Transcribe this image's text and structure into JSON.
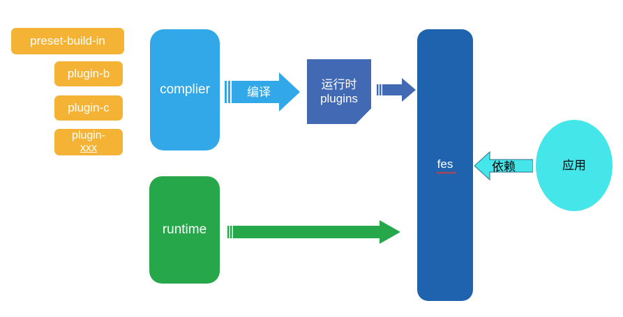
{
  "diagram": {
    "title": "fes architecture diagram",
    "plugins": [
      {
        "id": "preset-build-in",
        "label": "preset-build-in",
        "color": "#f5b335"
      },
      {
        "id": "plugin-b",
        "label": "plugin-b",
        "color": "#f5b335"
      },
      {
        "id": "plugin-c",
        "label": "plugin-c",
        "color": "#f5b335"
      },
      {
        "id": "plugin-xxx",
        "label_line1": "plugin-",
        "label_line2": "xxx",
        "color": "#f5b335"
      }
    ],
    "nodes": {
      "complier": {
        "label": "complier",
        "color": "#33a8e8"
      },
      "runtime": {
        "label": "runtime",
        "color": "#26a84a"
      },
      "runtime_plugins": {
        "label_line1": "运行时",
        "label_line2": "plugins",
        "color": "#4169b4"
      },
      "fes": {
        "label": "fes",
        "color": "#1f63ae",
        "spellcheck_underline": "#e8392f"
      },
      "application": {
        "label": "应用",
        "color": "#45e6ea"
      }
    },
    "arrows": {
      "compile": {
        "label": "编译",
        "color": "#33a8e8",
        "direction": "right"
      },
      "plugins_to_fes": {
        "label": "",
        "color": "#4169b4",
        "direction": "right"
      },
      "runtime_to_fes": {
        "label": "",
        "color": "#26a84a",
        "direction": "right"
      },
      "depend": {
        "label": "依赖",
        "color": "#45e6ea",
        "direction": "left"
      }
    }
  }
}
